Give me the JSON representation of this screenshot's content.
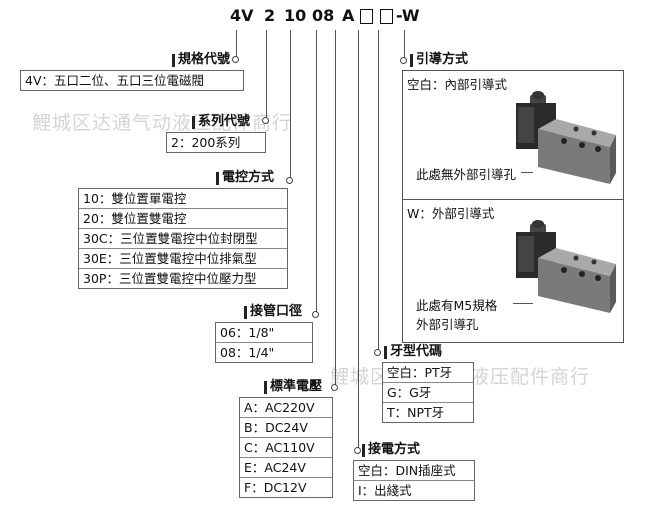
{
  "model_code": {
    "prefix": "4V",
    "series": "2",
    "control": "10",
    "port": "08",
    "voltage": "A",
    "suffix": "-W"
  },
  "spec_code": {
    "title": "規格代號",
    "items": [
      "4V：五口二位、五口三位電磁閥"
    ]
  },
  "series_code": {
    "title": "系列代號",
    "items": [
      "2：200系列"
    ]
  },
  "control_method": {
    "title": "電控方式",
    "items": [
      "10：雙位置單電控",
      "20：雙位置雙電控",
      "30C：三位置雙電控中位封閉型",
      "30E：三位置雙電控中位排氣型",
      "30P：三位置雙電控中位壓力型"
    ]
  },
  "port_size": {
    "title": "接管口徑",
    "items": [
      "06：1/8\"",
      "08：1/4\""
    ]
  },
  "voltage": {
    "title": "標準電壓",
    "items": [
      "A：AC220V",
      "B：DC24V",
      "C：AC110V",
      "E：AC24V",
      "F：DC12V"
    ]
  },
  "wiring": {
    "title": "接電方式",
    "items": [
      "空白：DIN插座式",
      "I：出綫式"
    ]
  },
  "thread": {
    "title": "牙型代碼",
    "items": [
      "空白：PT牙",
      "G：G牙",
      "T：NPT牙"
    ]
  },
  "pilot": {
    "title": "引導方式",
    "internal_label": "空白：內部引導式",
    "internal_note": "此處無外部引導孔",
    "external_label": "W：外部引導式",
    "external_note_1": "此處有M5規格",
    "external_note_2": "外部引導孔"
  },
  "watermark": {
    "line1": "鯉城区达通气动液压配件商行",
    "line2": "鯉城区达通气动液压配件商行"
  }
}
